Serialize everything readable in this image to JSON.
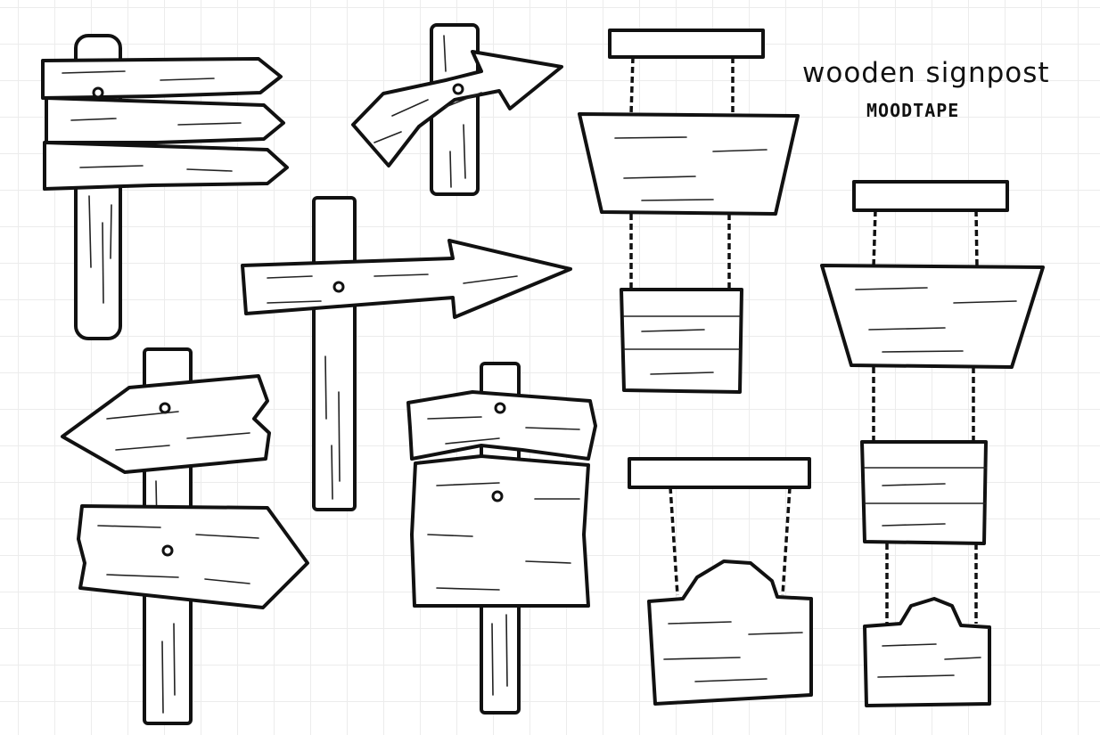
{
  "title": "wooden signpost",
  "brand": "MOODTAPE",
  "colors": {
    "ink": "#111111",
    "paper": "#ffffff",
    "grid": "#ececec"
  },
  "items": [
    "signpost-triple-right-arrows",
    "signpost-curved-arrow",
    "hanging-sign-trapezoid-two-tier",
    "signpost-long-right-arrow",
    "signpost-left-right-boards",
    "signpost-two-square-boards",
    "hanging-sign-arched",
    "hanging-sign-three-tier"
  ]
}
